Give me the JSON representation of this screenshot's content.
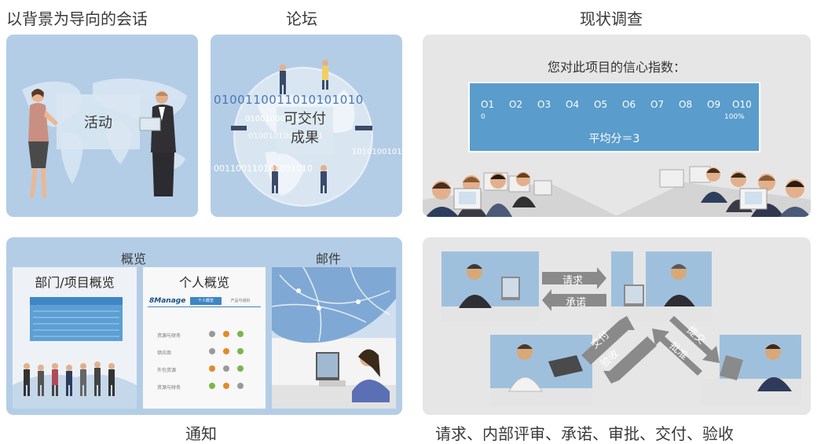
{
  "headings": {
    "context_session": "以背景为导向的会话",
    "forum": "论坛",
    "survey": "现状调查",
    "notify": "通知",
    "workflow": "请求、内部评审、承诺、审批、交付、验收"
  },
  "panel1": {
    "label": "活动"
  },
  "panel2": {
    "label_line1": "可交付",
    "label_line2": "成果",
    "binary_1": "0100110011010101010",
    "binary_2": "01001000101",
    "binary_3": "010010100101011",
    "binary_4": "1010100101",
    "binary_5": "001100110101001010"
  },
  "panel3": {
    "question": "您对此项目的信心指数：",
    "options": [
      "O1",
      "O2",
      "O3",
      "O4",
      "O5",
      "O6",
      "O7",
      "O8",
      "O9",
      "O10"
    ],
    "min_label": "0",
    "max_label": "100%",
    "average": "平均分＝3"
  },
  "panel4": {
    "overview_label": "概览",
    "mail_label": "邮件",
    "dept_card_title": "部门/项目概览",
    "personal_card_title": "个人概览",
    "app_logo": "8Manage",
    "tab_active": "个人概览",
    "tab_inactive": "产品与组织",
    "rows": [
      {
        "label": "资源与财务",
        "dots": [
          "#9a9a9a",
          "#e38a2a",
          "#7ab648"
        ]
      },
      {
        "label": "供应商",
        "dots": [
          "#9a9a9a",
          "#e38a2a",
          "#7ab648"
        ]
      },
      {
        "label": "外包资源",
        "dots": [
          "#e38a2a",
          "#9a9a9a",
          "#7ab648"
        ]
      },
      {
        "label": "资源与财务",
        "dots": [
          "#7ab648",
          "#e38a2a",
          "#9a9a9a"
        ]
      }
    ]
  },
  "panel5": {
    "request": "请求",
    "commit": "承诺",
    "deliver": "交付",
    "accept": "验收",
    "submit": "提交",
    "approve": "批准"
  },
  "colors": {
    "panel_blue": "#b4cde6",
    "panel_grey": "#e6e6e6",
    "survey_box": "#5a9ccb",
    "arrow_grey": "#8a8a8a"
  }
}
